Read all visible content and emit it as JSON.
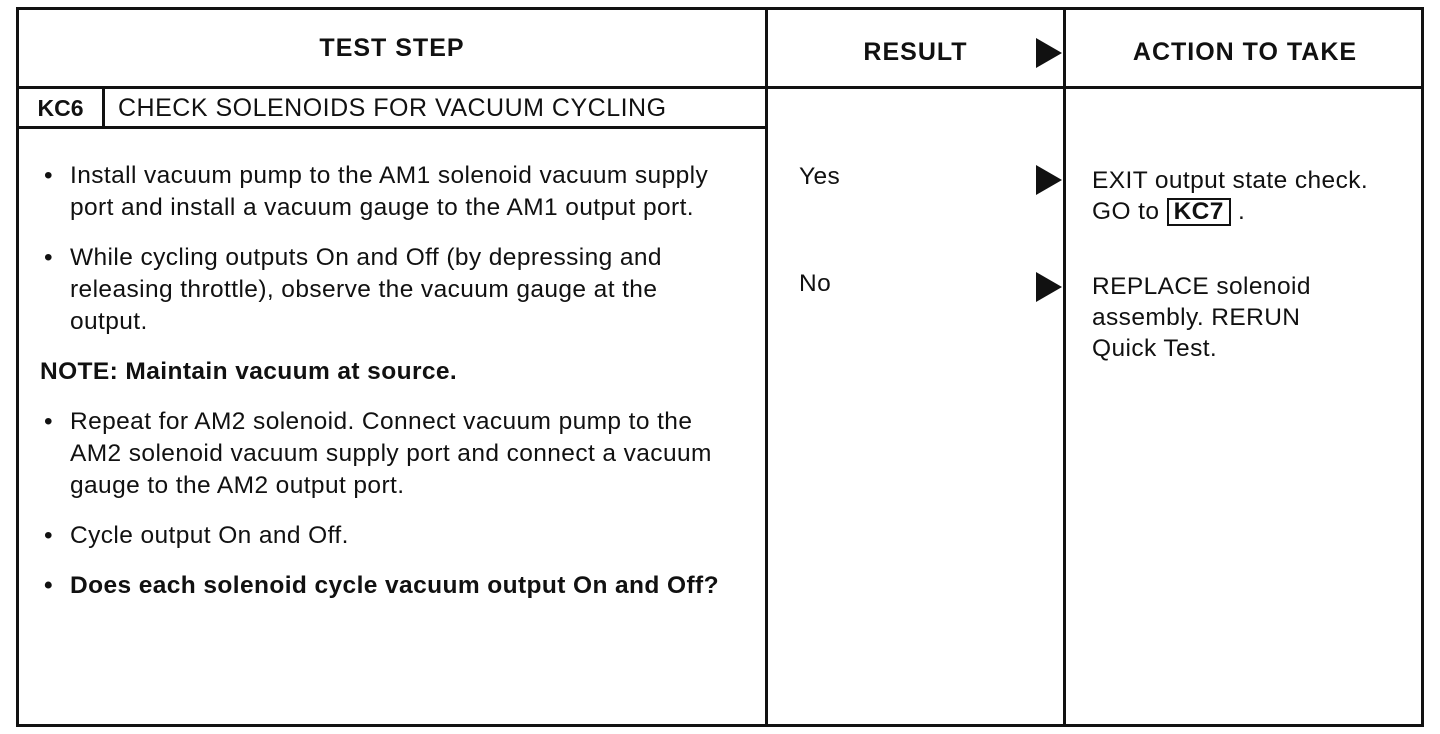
{
  "header": {
    "test_step": "TEST STEP",
    "result": "RESULT",
    "action": "ACTION TO TAKE"
  },
  "step": {
    "id": "KC6",
    "title": "CHECK SOLENOIDS FOR VACUUM CYCLING"
  },
  "instructions": {
    "bullet1": "Install vacuum pump to the AM1 solenoid vacuum supply port and install a vacuum gauge to the AM1 output port.",
    "bullet2": "While cycling outputs On and Off (by depressing and releasing throttle), observe the vacuum gauge at the output.",
    "note": "NOTE: Maintain vacuum at source.",
    "bullet3": "Repeat for AM2 solenoid. Connect vacuum pump to the AM2 solenoid vacuum supply port and connect a vacuum gauge to the AM2 output port.",
    "bullet4": "Cycle output On and Off.",
    "question": "Does each solenoid cycle vacuum output On and Off?"
  },
  "results": {
    "yes": "Yes",
    "no": "No"
  },
  "actions": {
    "yes_text": "EXIT output state check. GO to",
    "yes_ref": "KC7",
    "yes_end": ".",
    "no_text": "REPLACE solenoid assembly. RERUN Quick Test."
  }
}
